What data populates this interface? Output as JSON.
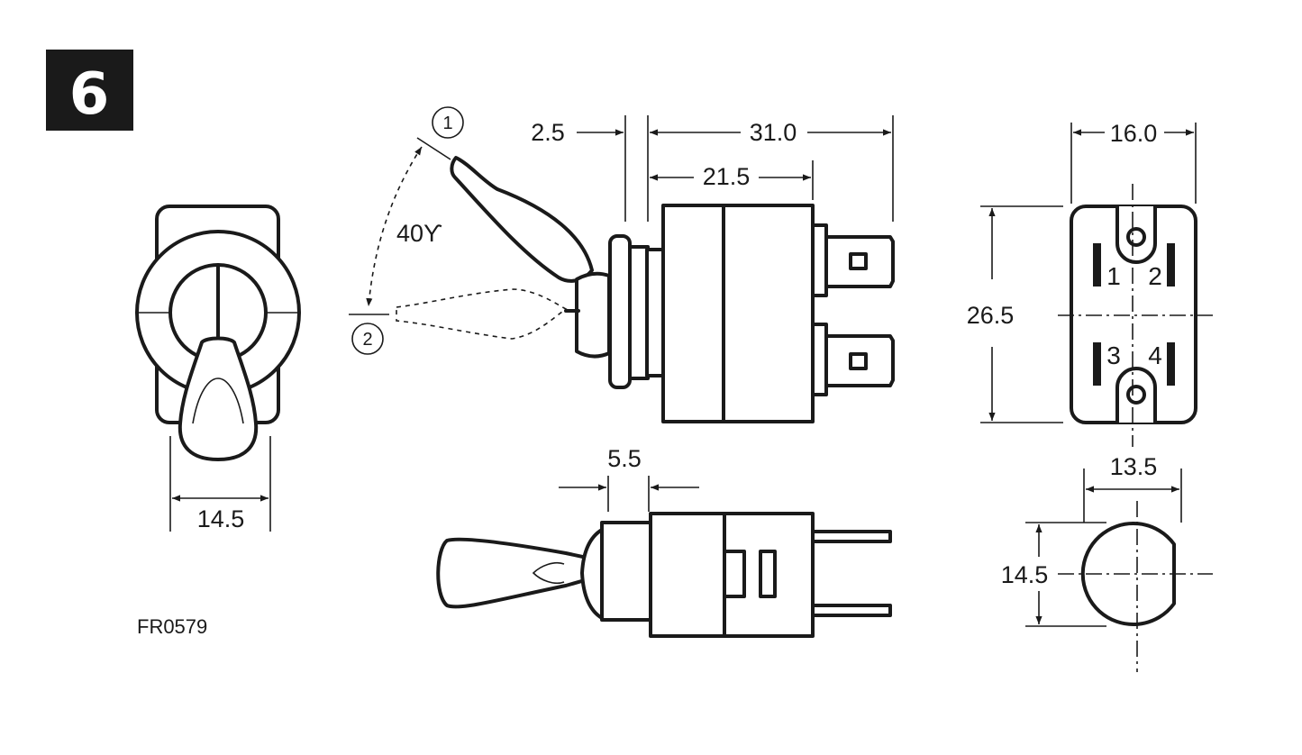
{
  "figure": {
    "number": "6",
    "colors": {
      "ink": "#1a1a1a",
      "badge": "#1a1a1a",
      "background": "#ffffff"
    }
  },
  "part_code": "FR0579",
  "dimensions": {
    "front_width": "14.5",
    "bushing": "2.5",
    "overall_length": "31.0",
    "body_length": "21.5",
    "angle": "40ϒ",
    "rear_width": "16.0",
    "rear_height": "26.5",
    "thread_dia": "13.5",
    "flat": "14.5",
    "lever_offset": "5.5"
  },
  "positions": {
    "pos1": "1",
    "pos2": "2"
  },
  "terminals": [
    "1",
    "2",
    "3",
    "4"
  ]
}
